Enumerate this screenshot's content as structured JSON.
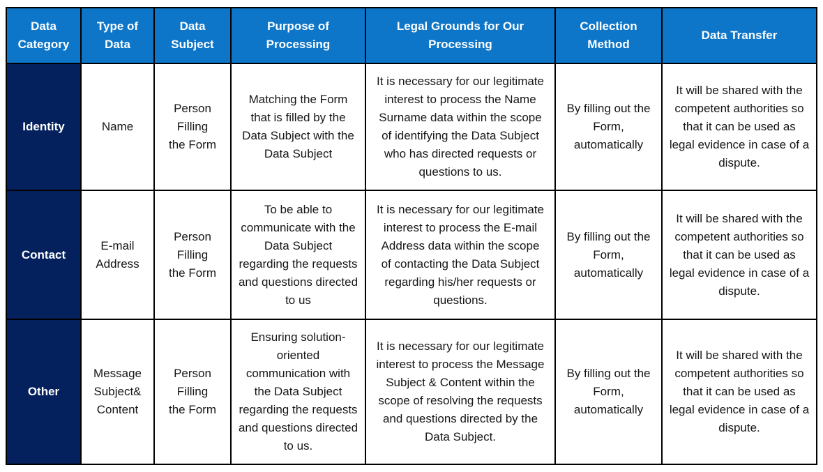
{
  "colors": {
    "header_bg": "#0E76C8",
    "header_text": "#FFFFFF",
    "category_bg": "#04215E",
    "category_text": "#FFFFFF",
    "body_text": "#161616",
    "border": "#000000",
    "page_bg": "#FFFFFF"
  },
  "table": {
    "headers": [
      "Data\nCategory",
      "Type of\nData",
      "Data\nSubject",
      "Purpose of\nProcessing",
      "Legal Grounds for Our\nProcessing",
      "Collection\nMethod",
      "Data Transfer"
    ],
    "rows": [
      {
        "category": "Identity",
        "type_of_data": "Name",
        "data_subject": "Person\nFilling\nthe Form",
        "purpose": "Matching the Form that is filled by the Data Subject with the Data Subject",
        "legal_grounds": "It is necessary for our legitimate interest to process the Name Surname data within the scope of identifying the Data Subject who has directed requests or questions to us.",
        "collection_method": "By filling out the Form, automatically",
        "data_transfer": "It will be shared with the competent authorities so that it can be used as legal evidence in case of a dispute."
      },
      {
        "category": "Contact",
        "type_of_data": "E-mail Address",
        "data_subject": "Person\nFilling\nthe Form",
        "purpose": "To be able to communicate with the Data Subject regarding the requests and questions directed to us",
        "legal_grounds": "It is necessary for our legitimate interest to process the E-mail Address data within the scope of contacting the Data Subject regarding his/her requests or questions.",
        "collection_method": "By filling out the Form, automatically",
        "data_transfer": "It will be shared with the competent authorities so that it can be used as legal evidence in case of a dispute."
      },
      {
        "category": "Other",
        "type_of_data": "Message Subject& Content",
        "data_subject": "Person\nFilling\nthe Form",
        "purpose": "Ensuring solution-oriented communication with the Data Subject regarding the requests and questions directed to us.",
        "legal_grounds": "It is necessary for our legitimate interest to process the Message Subject & Content within the scope of resolving the requests and questions directed by the Data Subject.",
        "collection_method": "By filling out the Form, automatically",
        "data_transfer": "It will be shared with the competent authorities so that it can be used as legal evidence in case of a dispute."
      }
    ]
  }
}
